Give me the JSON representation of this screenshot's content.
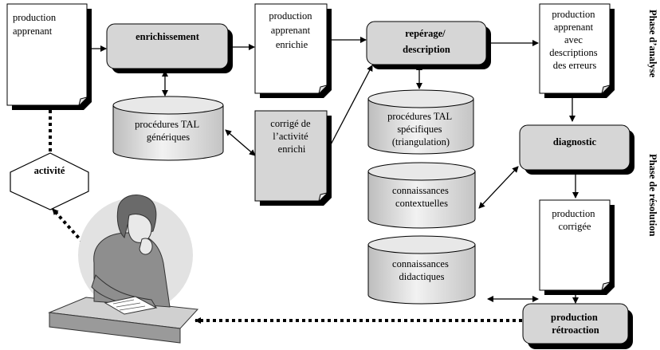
{
  "phases": {
    "analyse": "Phase d’analyse",
    "resolution": "Phase de résolution"
  },
  "nodes": {
    "production_apprenant": [
      "production",
      "apprenant"
    ],
    "enrichissement": [
      "enrichissement"
    ],
    "production_enrichie": [
      "production",
      "apprenant",
      "enrichie"
    ],
    "reperage": [
      "repérage/",
      "description"
    ],
    "production_descriptions": [
      "production",
      "apprenant",
      "avec",
      "descriptions",
      "des erreurs"
    ],
    "procedures_generiques": [
      "procédures TAL",
      "génériques"
    ],
    "corrige": [
      "corrigé de",
      "l’activité",
      "enrichi"
    ],
    "procedures_specifiques": [
      "procédures TAL",
      "spécifiques",
      "(triangulation)"
    ],
    "diagnostic": [
      "diagnostic"
    ],
    "activite": [
      "activité"
    ],
    "connaissances_contextuelles": [
      "connaissances",
      "contextuelles"
    ],
    "production_corrigee": [
      "production",
      "corrigée"
    ],
    "connaissances_didactiques": [
      "connaissances",
      "didactiques"
    ],
    "production_retroaction": [
      "production",
      "rétroaction"
    ]
  },
  "colors": {
    "process_fill": "#d6d6d6",
    "document_fill": "#ffffff",
    "shadow": "#000000",
    "learner_circle": "#e2e2e2"
  }
}
